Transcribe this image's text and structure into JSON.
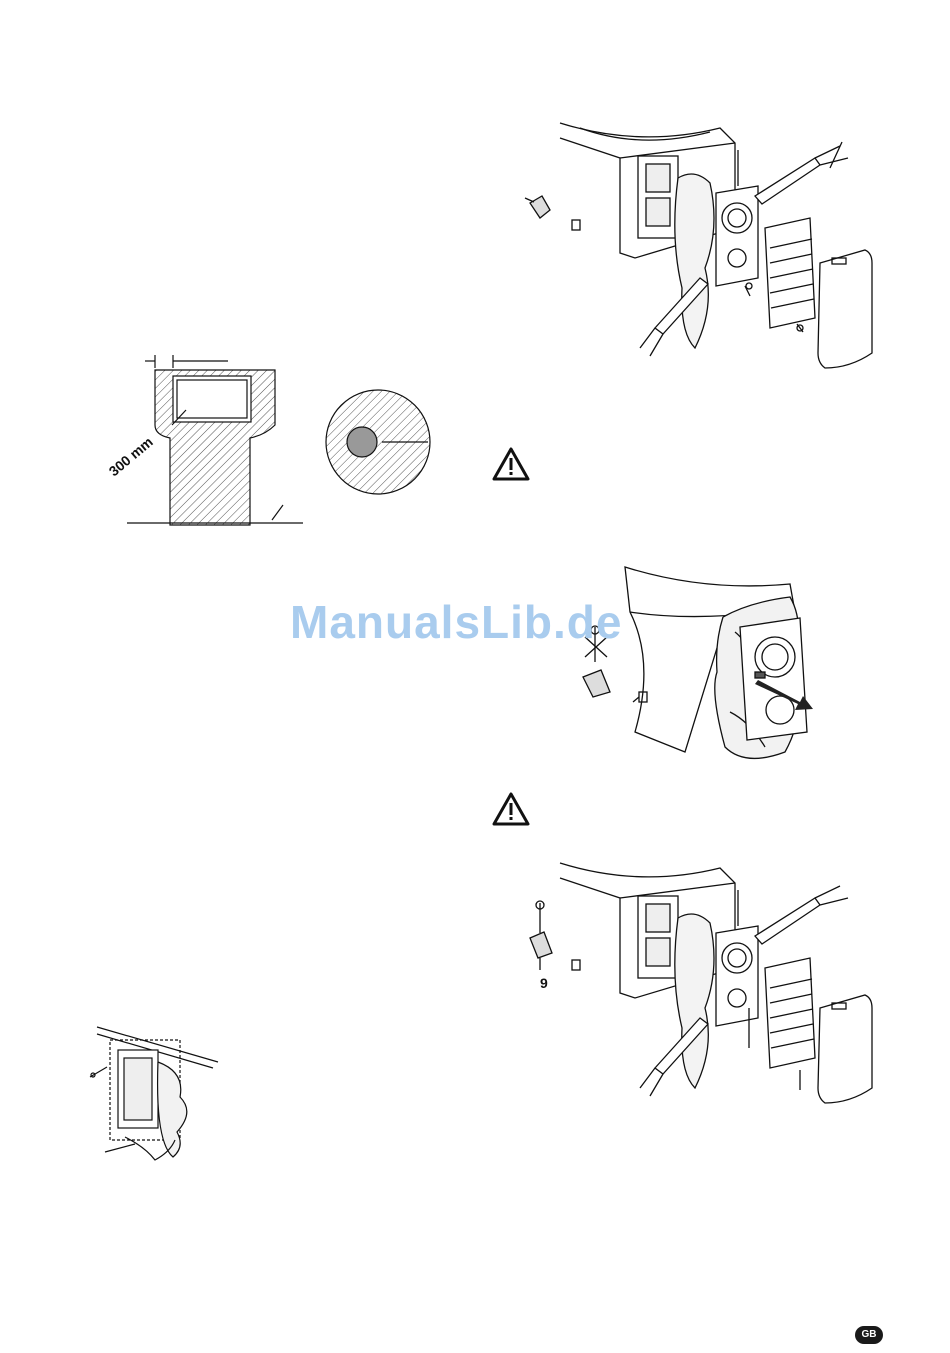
{
  "figure_chimney": {
    "dimension_label": "300 mm"
  },
  "figure_step_9": {
    "callout_number": "9"
  },
  "watermark": {
    "text": "ManualsLib.de"
  },
  "footer": {
    "country_code": "GB"
  },
  "icons": {
    "warning": "warning-triangle-icon"
  }
}
